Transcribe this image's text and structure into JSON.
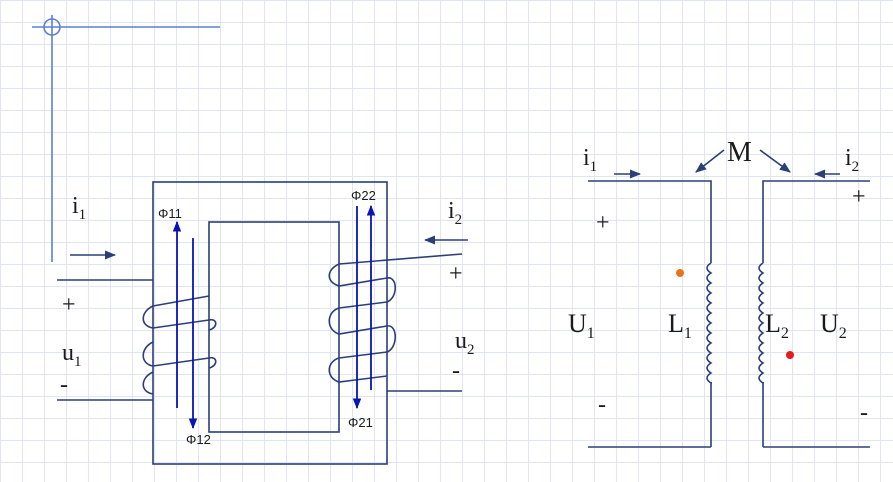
{
  "left": {
    "i1": "i",
    "i1_sub": "1",
    "i2": "i",
    "i2_sub": "2",
    "u1": "u",
    "u1_sub": "1",
    "u2": "u",
    "u2_sub": "2",
    "plus1": "+",
    "minus1": "-",
    "plus2": "+",
    "minus2": "-",
    "phi11": "Φ11",
    "phi12": "Φ12",
    "phi21": "Φ21",
    "phi22": "Φ22"
  },
  "right": {
    "M": "M",
    "i1": "i",
    "i1_sub": "1",
    "i2": "i",
    "i2_sub": "2",
    "U1": "U",
    "U1_sub": "1",
    "U2": "U",
    "U2_sub": "2",
    "L1": "L",
    "L1_sub": "1",
    "L2": "L",
    "L2_sub": "2",
    "plus1": "+",
    "minus1": "-",
    "plus2": "+",
    "minus2": "-"
  },
  "colors": {
    "wire": "#2c3e78",
    "flux_arrow": "#0a14b4",
    "dot1": "#e8731c",
    "dot2": "#e31c1c",
    "crosshair": "#5b7fd6"
  }
}
